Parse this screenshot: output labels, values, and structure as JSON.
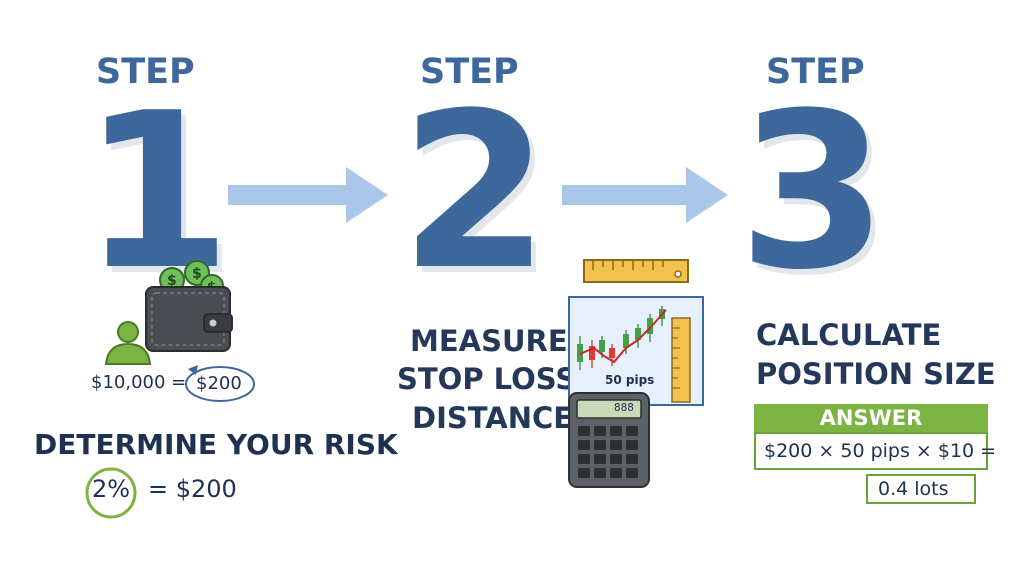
{
  "steps": [
    {
      "label": "STEP",
      "number": "1"
    },
    {
      "label": "STEP",
      "number": "2"
    },
    {
      "label": "STEP",
      "number": "3"
    }
  ],
  "step1": {
    "equation_left": "$10,000 =",
    "equation_right": "$200",
    "title": "DETERMINE YOUR RISK",
    "percent": "2%",
    "result": "= $200"
  },
  "step2": {
    "title_lines": [
      "MEASURE",
      "STOP LOSS",
      "DISTANCE"
    ],
    "chart_label": "50 pips",
    "calculator_display": "888"
  },
  "step3": {
    "title_lines": [
      "CALCULATE",
      "POSITION SIZE"
    ],
    "answer_header": "ANSWER",
    "formula": "$200 × 50 pips × $10 =",
    "result": "0.4 lots"
  },
  "colors": {
    "primary": "#3e679b",
    "arrow": "#a9c7e8",
    "green": "#7cb342",
    "text": "#1f3150"
  }
}
